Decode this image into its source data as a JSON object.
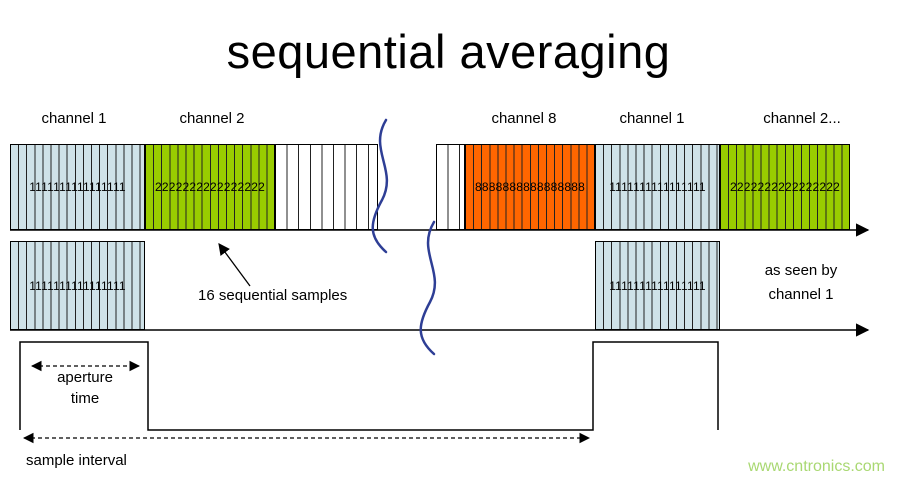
{
  "title": "sequential averaging",
  "channel_labels": [
    "channel 1",
    "channel 2",
    "channel 8",
    "channel 1",
    "channel 2..."
  ],
  "row1": {
    "digits": [
      "1111111111111111",
      "2222222222222222",
      "",
      "8888888888888888",
      "1111111111111111",
      "2222222222222222"
    ]
  },
  "row2": {
    "digits": [
      "1111111111111111",
      "1111111111111111"
    ],
    "caption_line1": "as seen by",
    "caption_line2": "channel 1"
  },
  "annotations": {
    "sequential_samples": "16 sequential samples",
    "aperture_line1": "aperture",
    "aperture_line2": "time",
    "sample_interval": "sample interval"
  },
  "watermark": "www.cntronics.com",
  "colors": {
    "channel1": "#cfe2e8",
    "channel2": "#99cc00",
    "channel8": "#ff6600",
    "squiggle": "#2e3e95",
    "watermark": "#a9d872"
  }
}
